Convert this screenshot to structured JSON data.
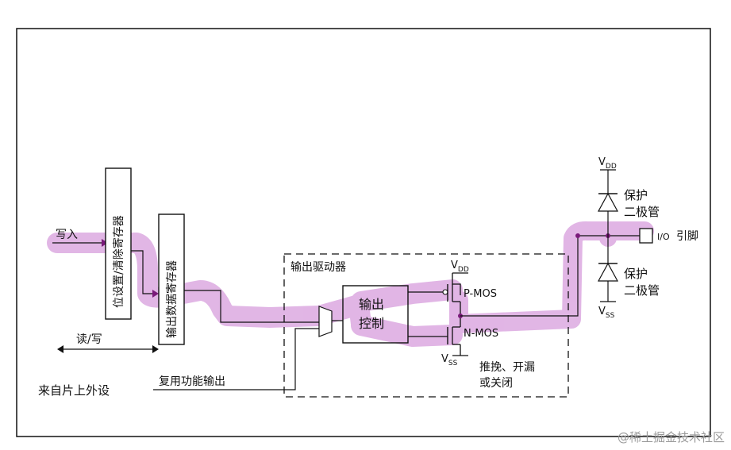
{
  "labels": {
    "write_in": "写入",
    "bit_set_clear_register": "位设置/清除寄存器",
    "output_data_register": "输出数据寄存器",
    "read_write": "读/写",
    "from_on_chip_peripheral": "来自片上外设",
    "alternate_function_output": "复用功能输出",
    "output_driver": "输出驱动器",
    "output_control_line1": "输出",
    "output_control_line2": "控制",
    "vdd_main": "V",
    "vdd_sub": "DD",
    "vss_main": "V",
    "vss_sub": "SS",
    "pmos": "P-MOS",
    "nmos": "N-MOS",
    "mode_line1": "推挽、开漏",
    "mode_line2": "或关闭",
    "protect_line1": "保护",
    "protect_line2": "二极管",
    "io_small": "I/O",
    "io_pin": "引脚"
  },
  "watermark": "@稀土掘金技术社区",
  "colors": {
    "highlight": "#c97ad0",
    "line": "#111111",
    "arrow": "#7a1a7a"
  }
}
